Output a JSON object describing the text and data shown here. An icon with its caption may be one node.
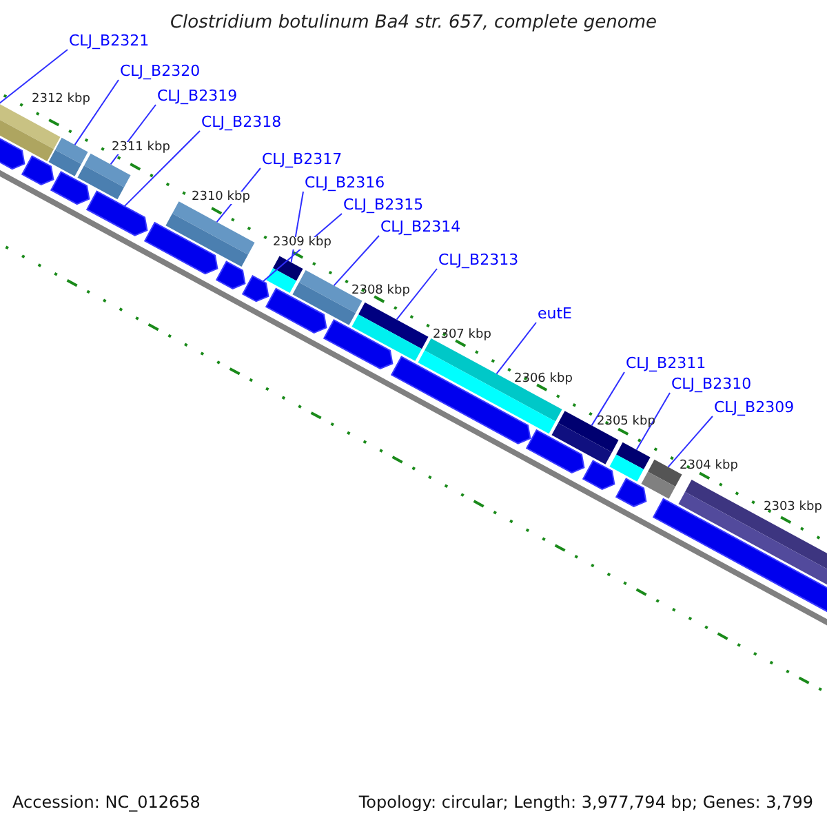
{
  "diagram": {
    "title": "Clostridium botulinum Ba4 str. 657, complete genome",
    "nodes": [
      {
        "text": [
          "CLJ_B2321"
        ]
      },
      {
        "text": [
          "CLJ_B2320"
        ]
      },
      {
        "text": [
          "CLJ_B2319"
        ]
      },
      {
        "text": [
          "CLJ_B2318"
        ]
      },
      {
        "text": [
          "CLJ_B2317"
        ]
      },
      {
        "text": [
          "CLJ_B2316"
        ]
      },
      {
        "text": [
          "CLJ_B2315"
        ]
      },
      {
        "text": [
          "CLJ_B2314"
        ]
      },
      {
        "text": [
          "CLJ_B2313"
        ]
      },
      {
        "text": [
          "eutE"
        ]
      },
      {
        "text": [
          "CLJ_B2311"
        ]
      },
      {
        "text": [
          "CLJ_B2310"
        ]
      },
      {
        "text": [
          "CLJ_B2309"
        ]
      },
      {
        "text": [],
        "shape": "bar"
      },
      {
        "text": [],
        "shape": "pentagon"
      },
      {
        "text": [],
        "shape": "pentagon"
      },
      {
        "text": [],
        "shape": "bar"
      },
      {
        "text": [],
        "shape": "pentagon"
      },
      {
        "text": [],
        "shape": "bar"
      },
      {
        "text": [],
        "shape": "pentagon"
      },
      {
        "text": [],
        "shape": "pentagon"
      },
      {
        "text": [],
        "shape": "bar"
      },
      {
        "text": [],
        "shape": "pentagon"
      },
      {
        "text": [],
        "shape": "pentagon"
      },
      {
        "text": [],
        "shape": "bar"
      },
      {
        "text": [],
        "shape": "pentagon"
      },
      {
        "text": [],
        "shape": "bar"
      },
      {
        "text": [],
        "shape": "pentagon"
      },
      {
        "text": [],
        "shape": "bar"
      },
      {
        "text": [],
        "shape": "pentagon"
      },
      {
        "text": [],
        "shape": "bar"
      },
      {
        "text": [],
        "shape": "pentagon"
      },
      {
        "text": [],
        "shape": "bar"
      },
      {
        "text": [],
        "shape": "pentagon"
      },
      {
        "text": [],
        "shape": "bar"
      },
      {
        "text": [],
        "shape": "pentagon"
      },
      {
        "text": [],
        "shape": "bar"
      },
      {
        "text": [],
        "shape": "pentagon"
      },
      {
        "text": [],
        "shape": "bar"
      }
    ],
    "edges": [
      {
        "from": 0,
        "to": 13,
        "arrow": "none"
      },
      {
        "from": 1,
        "to": 16,
        "arrow": "none"
      },
      {
        "from": 2,
        "to": 18,
        "arrow": "none"
      },
      {
        "from": 3,
        "to": 19,
        "arrow": "none"
      },
      {
        "from": 4,
        "to": 21,
        "arrow": "none"
      },
      {
        "from": 5,
        "to": 24,
        "arrow": "none"
      },
      {
        "from": 6,
        "to": 23,
        "arrow": "none"
      },
      {
        "from": 7,
        "to": 26,
        "arrow": "none"
      },
      {
        "from": 8,
        "to": 28,
        "arrow": "none"
      },
      {
        "from": 9,
        "to": 30,
        "arrow": "none"
      },
      {
        "from": 10,
        "to": 32,
        "arrow": "none"
      },
      {
        "from": 11,
        "to": 34,
        "arrow": "none"
      },
      {
        "from": 12,
        "to": 36,
        "arrow": "none"
      }
    ],
    "labels": [
      "2312 kbp",
      "2311 kbp",
      "2310 kbp",
      "2309 kbp",
      "2308 kbp",
      "2307 kbp",
      "2306 kbp",
      "2305 kbp",
      "2304 kbp",
      "2303 kbp",
      "Accession: NC_012658",
      "Topology: circular; Length: 3,977,794 bp; Genes: 3,799"
    ]
  }
}
